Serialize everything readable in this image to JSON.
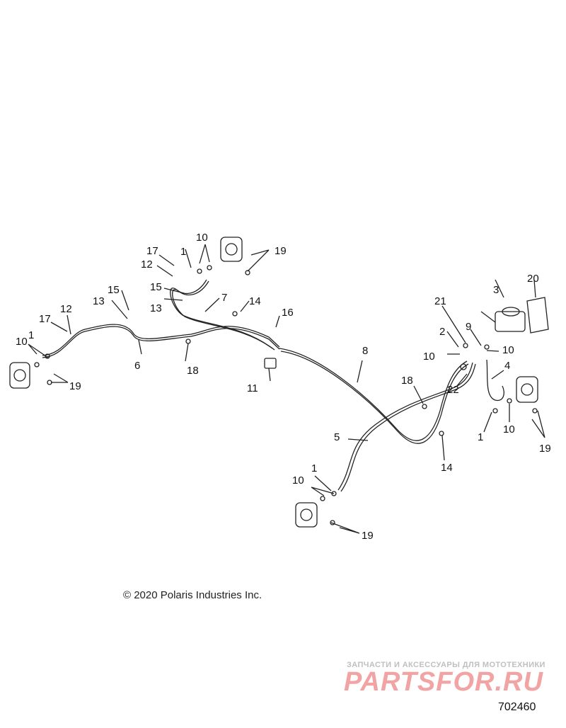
{
  "copyright": "© 2020 Polaris Industries Inc.",
  "watermark": {
    "tagline": "ЗАПЧАСТИ И АКСЕССУАРЫ ДЛЯ МОТОТЕХНИКИ",
    "brand": "PARTSFOR.RU",
    "brand_color": "#f2a3a3"
  },
  "reference_number": "702460",
  "callouts": {
    "c1": "10",
    "c2": "17",
    "c3": "1",
    "c4": "19",
    "c5": "12",
    "c6": "15",
    "c7": "13",
    "c8": "7",
    "c9": "14",
    "c10": "15",
    "c11": "13",
    "c12": "17",
    "c13": "12",
    "c14": "16",
    "c15": "1",
    "c16": "10",
    "c17": "19",
    "c18": "6",
    "c19": "18",
    "c20": "11",
    "c21": "8",
    "c22": "21",
    "c23": "3",
    "c24": "20",
    "c25": "2",
    "c26": "9",
    "c27": "10",
    "c28": "10",
    "c29": "4",
    "c30": "18",
    "c31": "22",
    "c32": "1",
    "c33": "10",
    "c34": "19",
    "c35": "5",
    "c36": "14",
    "c37": "1",
    "c38": "10",
    "c39": "19"
  }
}
